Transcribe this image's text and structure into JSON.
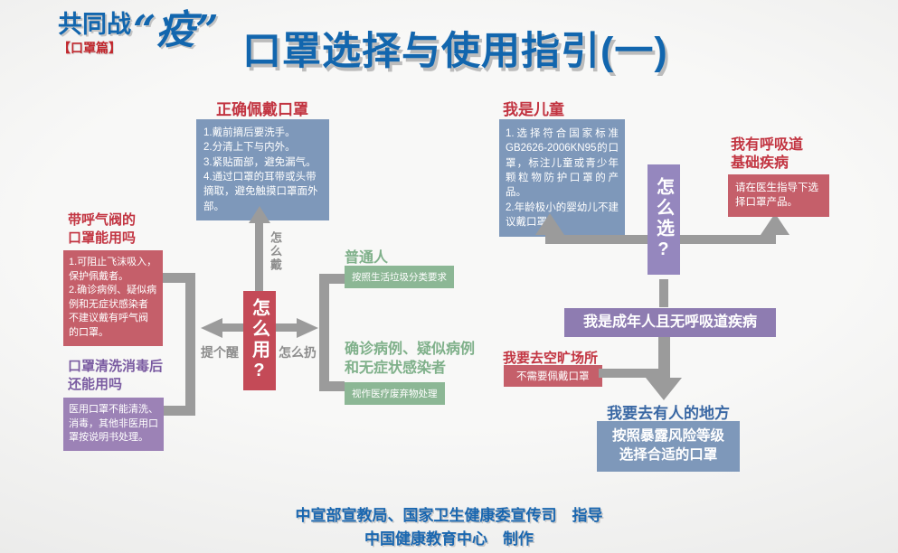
{
  "page": {
    "logo": {
      "part1": "共同战",
      "part2": "“疫”",
      "badge": "【口罩篇】"
    },
    "title": "口罩选择与使用指引(一)",
    "credits": {
      "line1": "中宣部宣教局、国家卫生健康委宣传司　指导",
      "line2": "中国健康教育中心　制作"
    }
  },
  "colors": {
    "title_blue": "#1266ae",
    "badge_red": "#c1272d",
    "heading_red": "#c23441",
    "panel_blue": "#7e98ba",
    "panel_red": "#c55f6a",
    "hub_use_red": "#c44a57",
    "heading_green": "#7fb08a",
    "panel_green": "#8cb795",
    "heading_purple": "#7a5ba1",
    "panel_purple": "#9c82b6",
    "hub_choose_purple": "#9587be",
    "adult_purple": "#8e7cb1",
    "arrow_gray": "#9b9b9b",
    "heading_blue": "#3a68a4",
    "credits_blue": "#1a67b0"
  },
  "flow_use": {
    "hub": "怎么用?",
    "labels": {
      "up": "怎么戴",
      "left": "提个醒",
      "right": "怎么扔"
    },
    "wear": {
      "title": "正确佩戴口罩",
      "items": [
        "1.戴前摘后要洗手。",
        "2.分清上下与内外。",
        "3.紧贴面部，避免漏气。",
        "4.通过口罩的耳带或头带摘取，避免触摸口罩面外部。"
      ]
    },
    "valve": {
      "title": "带呼气阀的\n口罩能用吗",
      "items": [
        "1.可阻止飞沫吸入，保护佩戴者。",
        "2.确诊病例、疑似病例和无症状感染者不建议戴有呼气阀的口罩。"
      ]
    },
    "wash": {
      "title": "口罩清洗消毒后\n还能用吗",
      "text": "医用口罩不能清洗、消毒，其他非医用口罩按说明书处理。"
    },
    "ordinary": {
      "title": "普通人",
      "text": "按照生活垃圾分类要求"
    },
    "confirmed": {
      "title": "确诊病例、疑似病例\n和无症状感染者",
      "text": "视作医疗废弃物处理"
    }
  },
  "flow_choose": {
    "hub": "怎么选?",
    "child": {
      "title": "我是儿童",
      "items": [
        "1.选择符合国家标准GB2626-2006KN95的口罩，标注儿童或青少年颗粒物防护口罩的产品。",
        "2.年龄极小的婴幼儿不建议戴口罩。"
      ]
    },
    "respiratory": {
      "title": "我有呼吸道\n基础疾病",
      "text": "请在医生指导下选择口罩产品。"
    },
    "adult": {
      "text": "我是成年人且无呼吸道疾病"
    },
    "open_area": {
      "title": "我要去空旷场所",
      "text": "不需要佩戴口罩"
    },
    "crowded": {
      "title": "我要去有人的地方",
      "text": "按照暴露风险等级\n选择合适的口罩"
    }
  }
}
